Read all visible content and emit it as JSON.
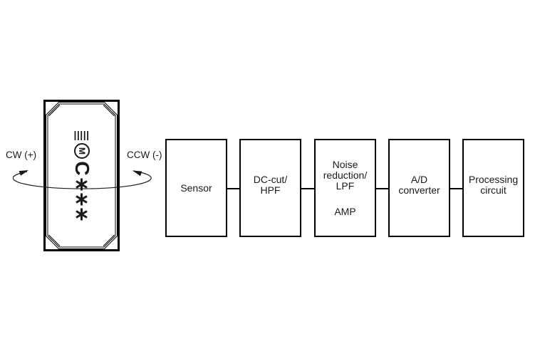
{
  "colors": {
    "ink": "#1a1a1a",
    "line": "#000000",
    "background": "#ffffff"
  },
  "rotation": {
    "cw_label": "CW (+)",
    "ccw_label": "CCW (-)"
  },
  "package": {
    "marking": {
      "bars": "|||||",
      "logo_letter": "M",
      "letter": "C",
      "asterisks": [
        "*",
        "*",
        "*"
      ]
    }
  },
  "blocks": [
    {
      "id": "sensor",
      "label": "Sensor"
    },
    {
      "id": "dc-cut-hpf",
      "label": "DC-cut/\nHPF"
    },
    {
      "id": "noise-reduction-lpf",
      "label": "Noise\nreduction/\nLPF",
      "sub_label": "AMP"
    },
    {
      "id": "ad-converter",
      "label": "A/D\nconverter"
    },
    {
      "id": "processing-circuit",
      "label": "Processing\ncircuit"
    }
  ]
}
